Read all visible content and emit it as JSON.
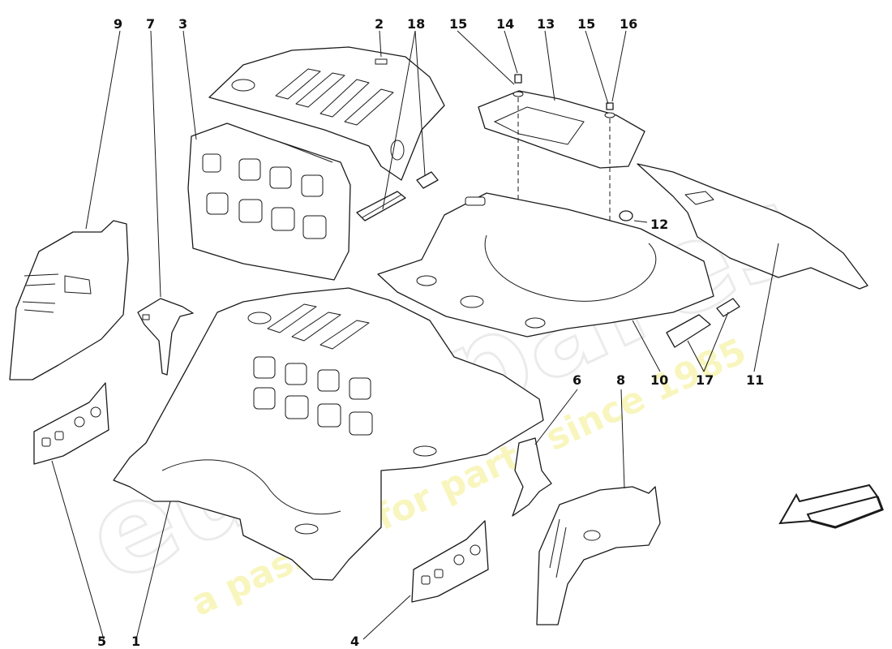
{
  "watermark": {
    "brand": "eurospares",
    "tagline": "a passion for parts since 1985"
  },
  "colors": {
    "line": "#1a1a1a",
    "watermark_outline": "#dcdcdc",
    "watermark_tagline": "#f3f08a"
  },
  "callouts": {
    "c1": "1",
    "c2": "2",
    "c3": "3",
    "c4": "4",
    "c5": "5",
    "c6": "6",
    "c7": "7",
    "c8": "8",
    "c9": "9",
    "c10": "10",
    "c11": "11",
    "c12": "12",
    "c13": "13",
    "c14": "14",
    "c15a": "15",
    "c15b": "15",
    "c16": "16",
    "c17": "17",
    "c18": "18"
  },
  "icons": {
    "direction_arrow": "direction-arrow-icon"
  }
}
